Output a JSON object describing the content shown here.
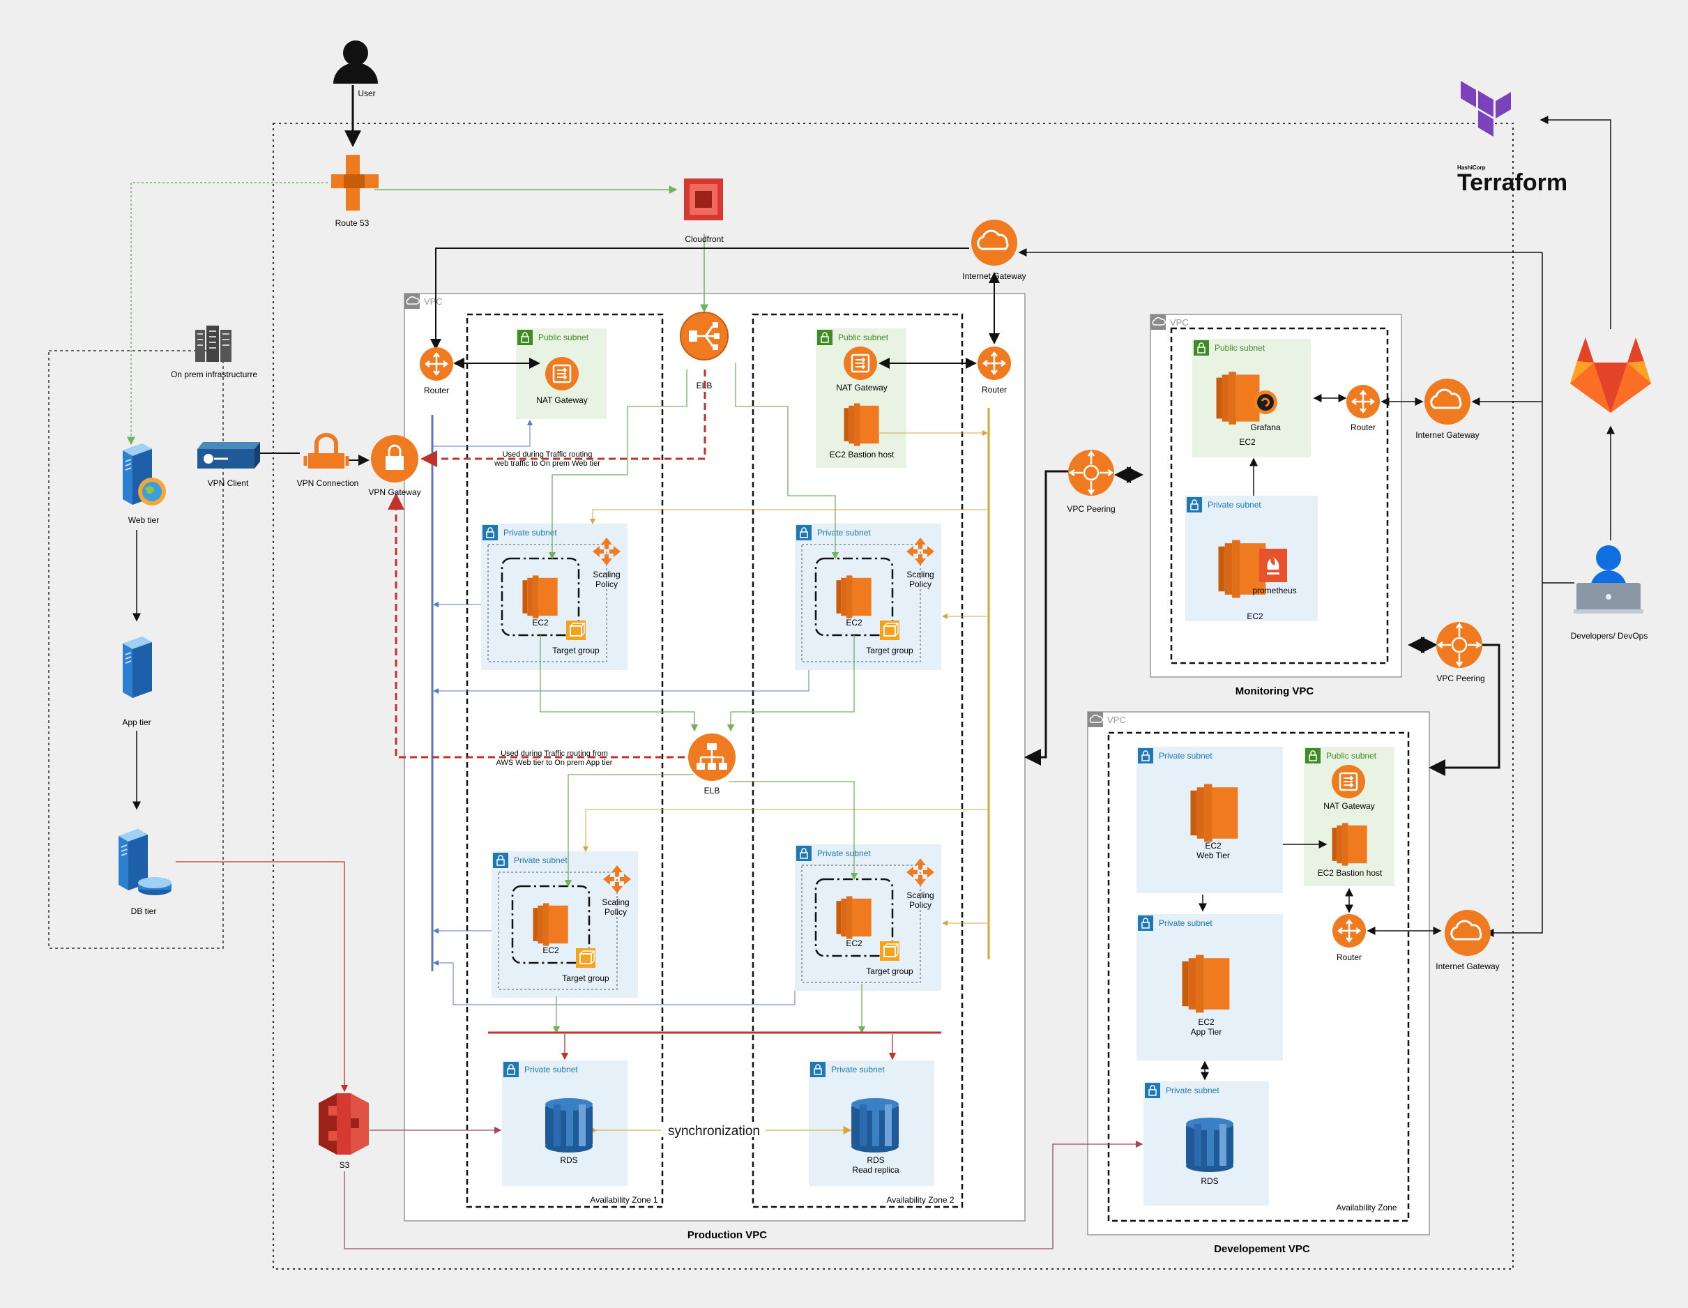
{
  "colors": {
    "orange": "#ef7a1f",
    "orange_dark": "#c75c0c",
    "s3_red": "#d6392f",
    "rds_blue": "#2d6bb0",
    "public_green_bg": "#e8f3e3",
    "public_green": "#3f8a24",
    "private_blue_bg": "#e6f0f8",
    "private_blue": "#1f78b4",
    "terraform_purple": "#7b42bc",
    "line_green": "#6fb35b",
    "line_red": "#c0332b",
    "line_blue": "#5977c8",
    "line_yellow": "#d9a43a"
  },
  "user": {
    "label": "User"
  },
  "route53": {
    "label": "Route 53"
  },
  "cloudfront": {
    "label": "Cloudfront"
  },
  "terraform": {
    "small": "HashiCorp",
    "name": "Terraform"
  },
  "developers": {
    "label": "Developers/ DevOps"
  },
  "onprem": {
    "title": "On prem infrastructurre",
    "web": "Web tier",
    "app": "App tier",
    "db": "DB tier"
  },
  "vpn": {
    "client": "VPN Client",
    "connection": "VPN Connection",
    "gateway": "VPN Gateway"
  },
  "s3": {
    "label": "S3"
  },
  "production": {
    "vpc_tag": "VPC",
    "title": "Production VPC",
    "igw": "Internet Gateway",
    "router_left": "Router",
    "router_right": "Router",
    "public_subnet": "Public subnet",
    "nat": "NAT Gateway",
    "bastion": "EC2 Bastion host",
    "elb_top": "ELB",
    "elb_mid": "ELB",
    "private_subnet": "Private subnet",
    "ec2": "EC2",
    "scaling_line1": "Scaling",
    "scaling_line2": "Policy",
    "target_group": "Target group",
    "note_top_line1": "Used during Traffic routing",
    "note_top_line2": "web traffic to On prem Web tier",
    "note_mid_line1": "Used during Traffic routing from",
    "note_mid_line2": "AWS Web tier to On prem App tier",
    "rds": "RDS",
    "rds_replica_line1": "RDS",
    "rds_replica_line2": "Read replica",
    "sync": "synchronization",
    "az1": "Availability Zone 1",
    "az2": "Availability Zone 2"
  },
  "peering": {
    "label": "VPC Peering"
  },
  "monitoring": {
    "vpc_tag": "VPC",
    "title": "Monitoring VPC",
    "public_subnet": "Public subnet",
    "private_subnet": "Private subnet",
    "grafana": "Grafana",
    "prometheus": "prometheus",
    "ec2": "EC2",
    "router": "Router",
    "igw": "Internet Gateway"
  },
  "development": {
    "vpc_tag": "VPC",
    "title": "Developement VPC",
    "private_subnet": "Private subnet",
    "public_subnet": "Public subnet",
    "web_line1": "EC2",
    "web_line2": "Web Tier",
    "app_line1": "EC2",
    "app_line2": "App Tier",
    "nat": "NAT Gateway",
    "bastion": "EC2 Bastion host",
    "router": "Router",
    "igw": "Internet Gateway",
    "rds": "RDS",
    "az": "Availability Zone"
  }
}
